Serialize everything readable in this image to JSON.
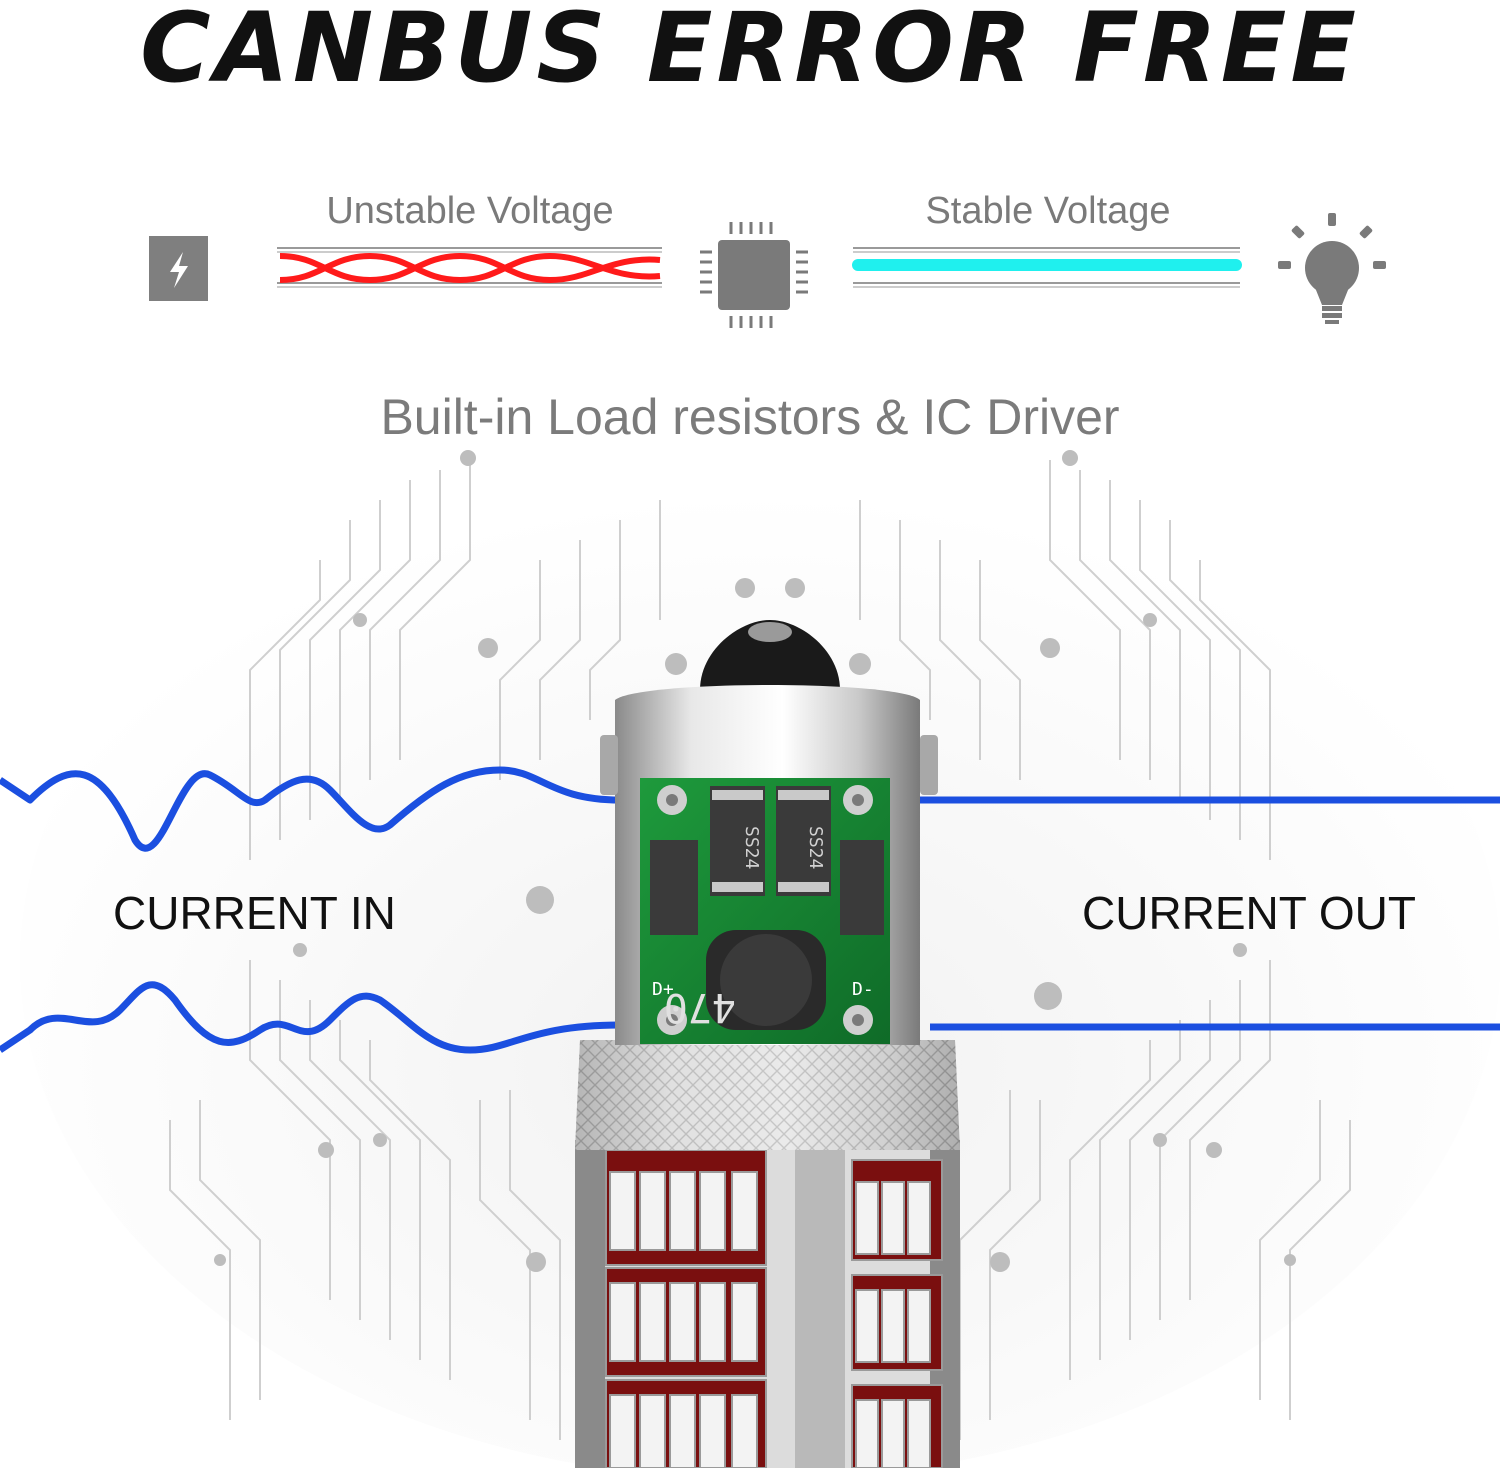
{
  "headline": "CANBUS ERROR FREE",
  "flow": {
    "unstable_label": "Unstable Voltage",
    "stable_label": "Stable Voltage",
    "unstable_color": "#ff1a1a",
    "stable_color": "#1ff0ee",
    "icons": [
      "power-source-icon",
      "ic-chip-icon",
      "light-bulb-icon"
    ]
  },
  "subtitle": "Built-in Load resistors & IC Driver",
  "current_in_label": "CURRENT IN",
  "current_out_label": "CURRENT OUT",
  "wire_color": "#1b4fe0",
  "pcb": {
    "component_marking": "SS24",
    "inductor_marking": "470",
    "pad_left": "D+",
    "pad_right": "D-"
  }
}
